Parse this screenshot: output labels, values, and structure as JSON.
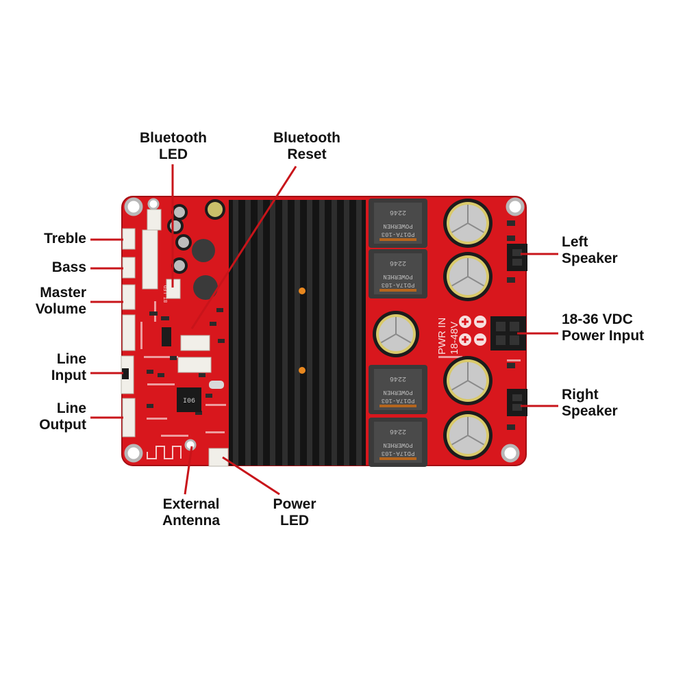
{
  "colors": {
    "board": "#d8171d",
    "board_dark": "#9e0e12",
    "heatsink": "#141414",
    "fin": "#2e2e2e",
    "inductor": "#3a3a3a",
    "capacitor": "#1c1c1c",
    "cap_top": "#c9c9c9",
    "connector": "#f1efe9",
    "leader": "#c8141a",
    "label": "#111111"
  },
  "labels": {
    "bluetooth_led": [
      "Bluetooth",
      "LED"
    ],
    "bluetooth_reset": [
      "Bluetooth",
      "Reset"
    ],
    "treble": [
      "Treble"
    ],
    "bass": [
      "Bass"
    ],
    "master_volume": [
      "Master",
      "Volume"
    ],
    "line_input": [
      "Line",
      "Input"
    ],
    "line_output": [
      "Line",
      "Output"
    ],
    "external_antenna": [
      "External",
      "Antenna"
    ],
    "power_led": [
      "Power",
      "LED"
    ],
    "left_speaker": [
      "Left",
      "Speaker"
    ],
    "power_input": [
      "18-36 VDC",
      "Power Input"
    ],
    "right_speaker": [
      "Right",
      "Speaker"
    ]
  },
  "board_text": {
    "pwr_in": "PWR IN",
    "voltage": "18-48V",
    "chip": "I06",
    "bt_led": "BT LED",
    "inductor_top": "2246",
    "inductor_brand": "POWERHEN",
    "inductor_model": "PD17A-103"
  }
}
